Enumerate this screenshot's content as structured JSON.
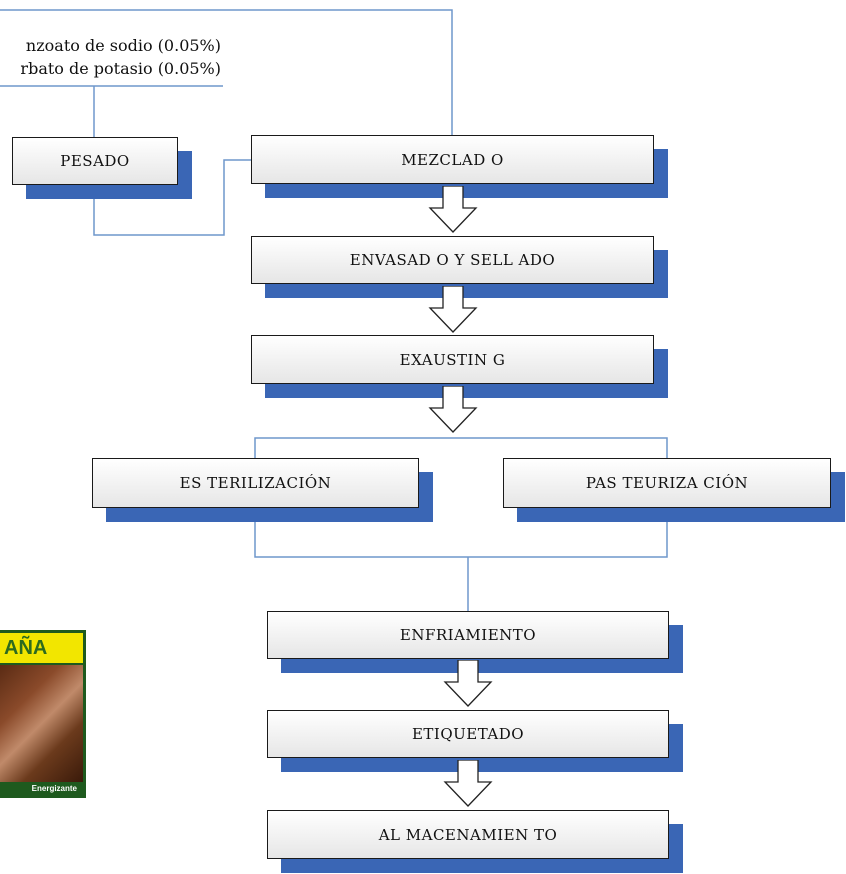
{
  "additives": {
    "line1": "nzoato de sodio   (0.05%)",
    "line2": "rbato   de potasio (0.05%)"
  },
  "steps": {
    "pesado": "PESADO",
    "mezclado": "MEZCLAD O",
    "envasado": "ENVASAD O Y  SELL ADO",
    "exausting": "EXAUSTIN G",
    "esterilizacion": "ES TERILIZACIÓN",
    "pasteurizacion": "PAS TEURIZA CIÓN",
    "enfriamiento": "ENFRIAMIENTO",
    "etiquetado": "ETIQUETADO",
    "almacenamiento": "AL MACENAMIEN TO"
  },
  "product": {
    "brand": "AÑA",
    "tag": "Energizante"
  },
  "colors": {
    "line": "#6f97cc",
    "shadow": "#3a66b5"
  }
}
